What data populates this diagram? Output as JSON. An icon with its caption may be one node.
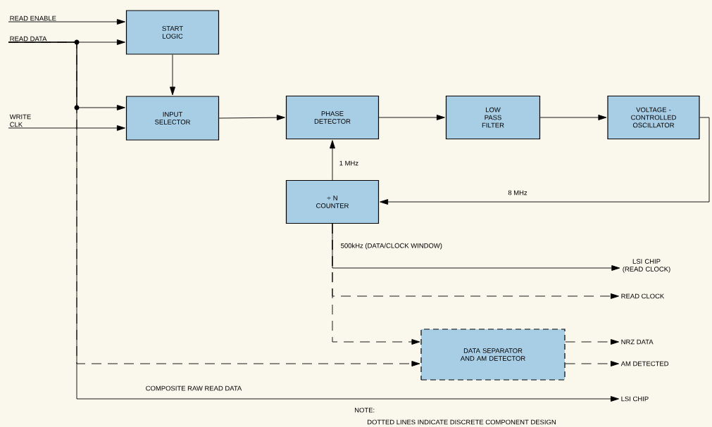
{
  "diagram": {
    "nodes": [
      {
        "text": [
          "START LOGIC"
        ]
      },
      {
        "text": [
          "INPUT SELECTOR"
        ]
      },
      {
        "text": [
          "PHASE DETECTOR"
        ]
      },
      {
        "text": [
          "LOW PASS FILTER"
        ]
      },
      {
        "text": [
          "VOLTAGE - CONTROLLED OSCILLATOR"
        ]
      },
      {
        "text": [
          "÷ N COUNTER"
        ]
      },
      {
        "text": [
          "DATA SEPARATOR AND AM DETECTOR"
        ]
      },
      {
        "text": [
          "READ ENABLE"
        ]
      },
      {
        "text": [
          "READ DATA"
        ]
      },
      {
        "text": [
          "WRITE CLK"
        ]
      },
      {
        "text": [
          "LSI CHIP (READ CLOCK)"
        ]
      },
      {
        "text": [
          "READ CLOCK"
        ]
      },
      {
        "text": [
          "NRZ DATA"
        ]
      },
      {
        "text": [
          "AM DETECTED"
        ]
      },
      {
        "text": [
          "LSI CHIP"
        ]
      }
    ],
    "edges": [
      {
        "from": 7,
        "to": 0,
        "arrow": "to"
      },
      {
        "from": 8,
        "to": 0,
        "arrow": "to"
      },
      {
        "from": 8,
        "to": 1,
        "arrow": "to"
      },
      {
        "from": 9,
        "to": 1,
        "arrow": "to"
      },
      {
        "from": 0,
        "to": 1,
        "arrow": "to"
      },
      {
        "from": 1,
        "to": 2,
        "arrow": "to"
      },
      {
        "from": 2,
        "to": 3,
        "arrow": "to"
      },
      {
        "from": 3,
        "to": 4,
        "arrow": "to"
      },
      {
        "from": 4,
        "to": 5,
        "arrow": "to",
        "label": "8 MHz"
      },
      {
        "from": 5,
        "to": 2,
        "arrow": "to",
        "label": "1 MHz"
      },
      {
        "from": 5,
        "to": 10,
        "arrow": "to",
        "label": "500kHz (DATA/CLOCK WINDOW)"
      },
      {
        "from": 5,
        "to": 11,
        "arrow": "to",
        "style": "dashed"
      },
      {
        "from": 5,
        "to": 6,
        "arrow": "to",
        "style": "dashed"
      },
      {
        "from": 8,
        "to": 6,
        "arrow": "to",
        "style": "dashed"
      },
      {
        "from": 8,
        "to": 14,
        "arrow": "to",
        "label": "COMPOSITE RAW READ DATA"
      },
      {
        "from": 6,
        "to": 12,
        "arrow": "to",
        "style": "dashed"
      },
      {
        "from": 6,
        "to": 13,
        "arrow": "to",
        "style": "dashed"
      }
    ],
    "labels": [
      "NOTE:",
      "DOTTED LINES INDICATE DISCRETE COMPONENT DESIGN"
    ]
  }
}
